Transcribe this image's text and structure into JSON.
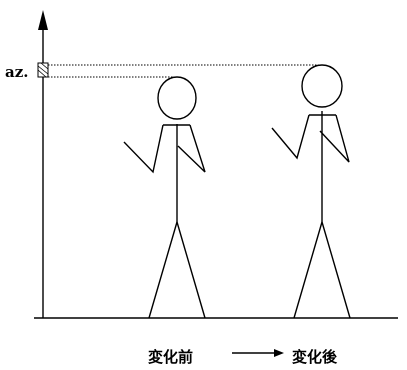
{
  "diagram": {
    "axis_label": "az.",
    "caption": {
      "before": "変化前",
      "arrow": "⟶",
      "after": "変化後"
    }
  }
}
